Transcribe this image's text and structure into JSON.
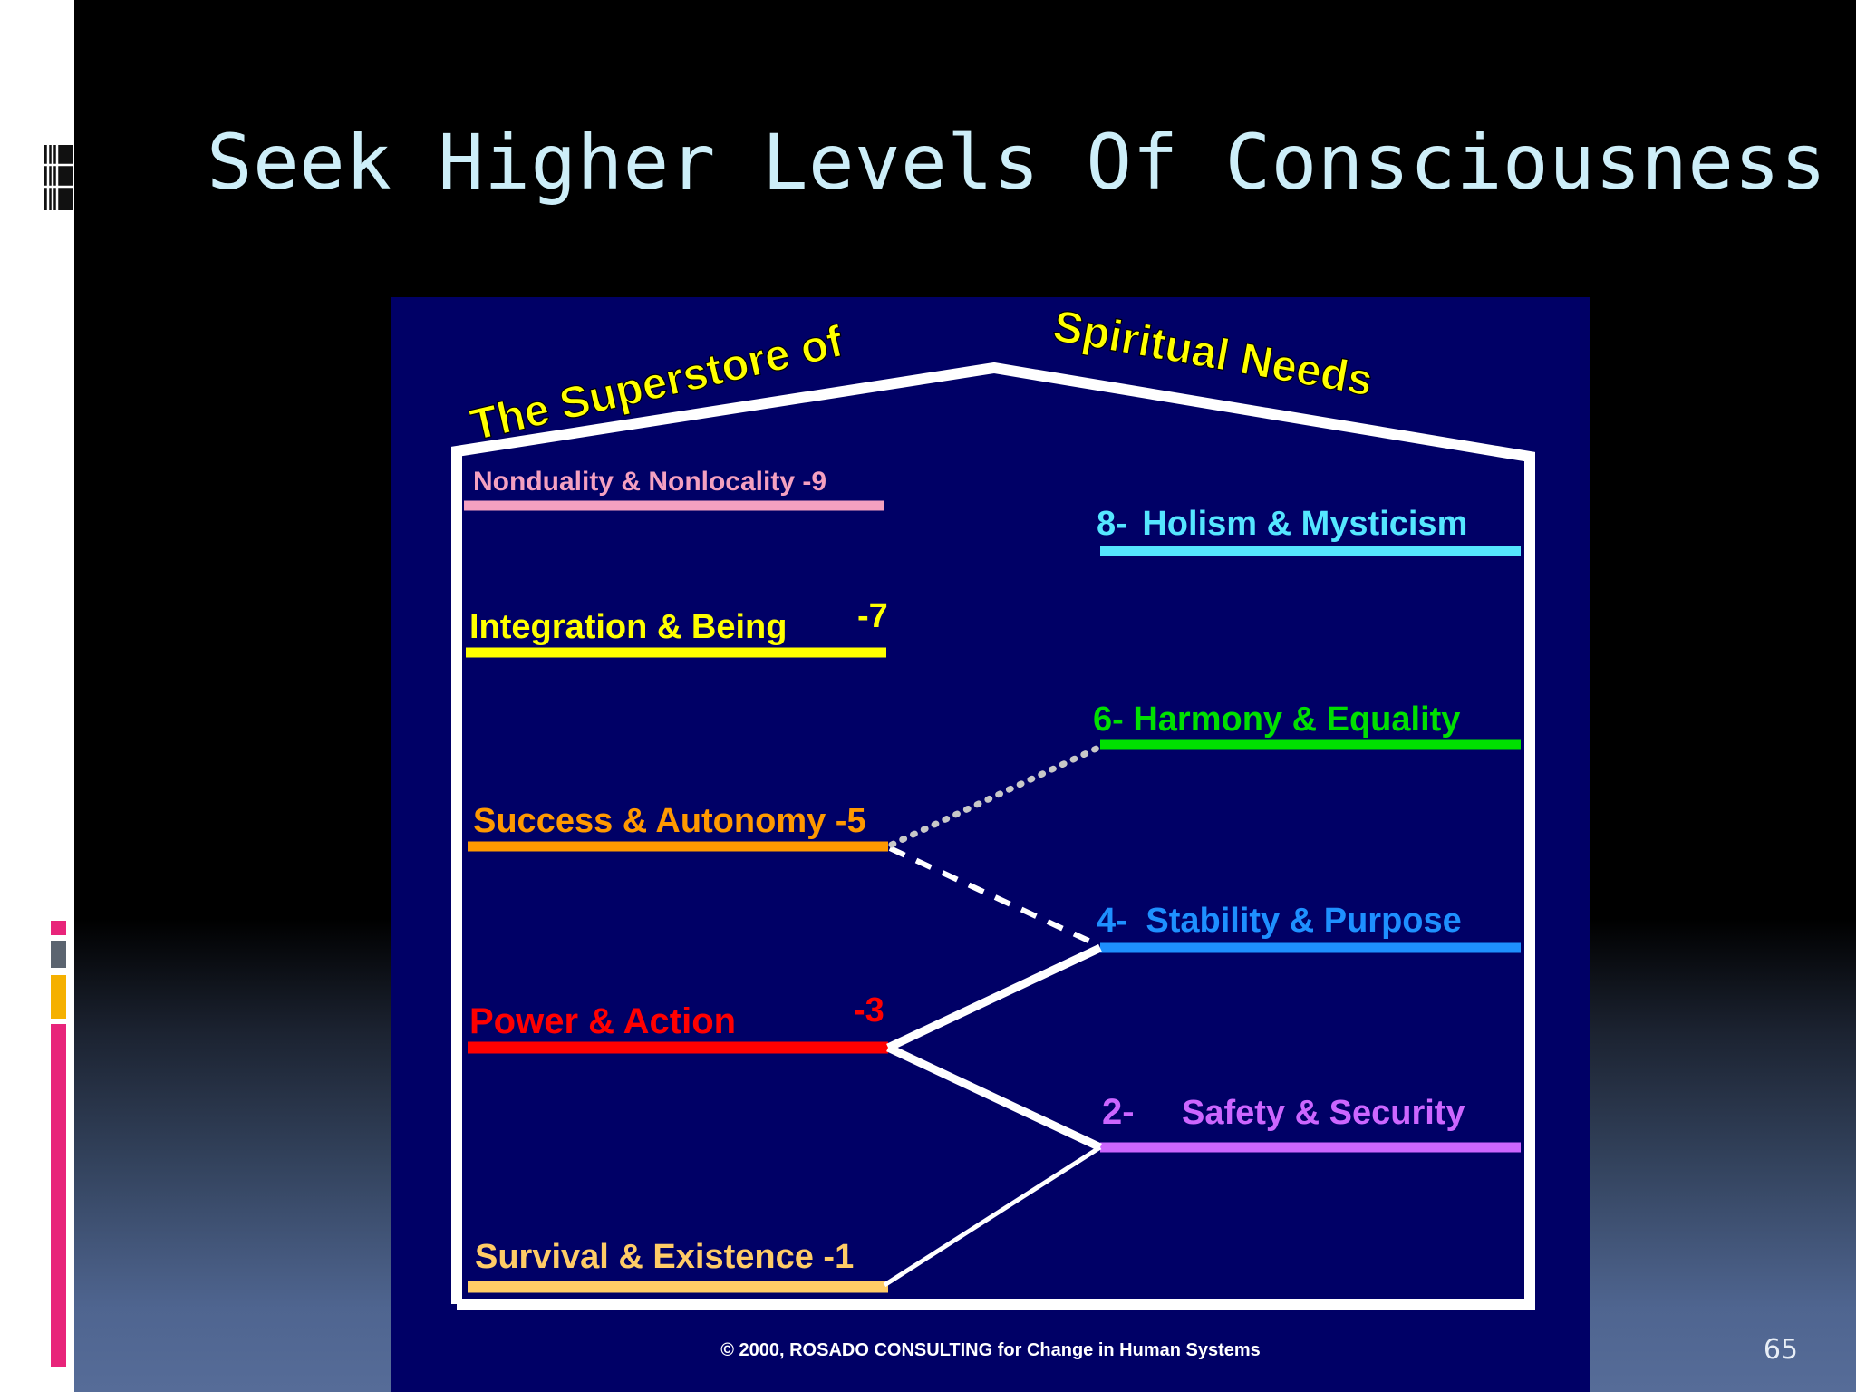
{
  "slide": {
    "title": "Seek Higher Levels Of Consciousness",
    "page_number": "65"
  },
  "diagram": {
    "roof_left": "The Superstore of",
    "roof_right": "Spiritual Needs",
    "left_levels": [
      {
        "label": "Nondualit­y & Nonlocality -9",
        "number": "",
        "color": "#f4a0c0"
      },
      {
        "label": "Integration & Being",
        "number": "-7",
        "color": "#ffff00"
      },
      {
        "label": "Success & Autonomy -5",
        "number": "",
        "color": "#ff9900"
      },
      {
        "label": "Power & Action",
        "number": "-3",
        "color": "#ff0000"
      },
      {
        "label": "Survival & Existence -1",
        "number": "",
        "color": "#ffcc66"
      }
    ],
    "right_levels": [
      {
        "number": "8-",
        "label": "Holism & Mysticism",
        "color": "#55e6ff"
      },
      {
        "number": "6-",
        "label": "Harmony & Equality",
        "color": "#00e000"
      },
      {
        "number": "4-",
        "label": "Stability & Purpose",
        "color": "#1e90ff"
      },
      {
        "number": "2-",
        "label": "Safety & Security",
        "color": "#cc66ff"
      }
    ],
    "copyright": "© 2000, ROSADO CONSULTING for Change in Human Systems"
  }
}
